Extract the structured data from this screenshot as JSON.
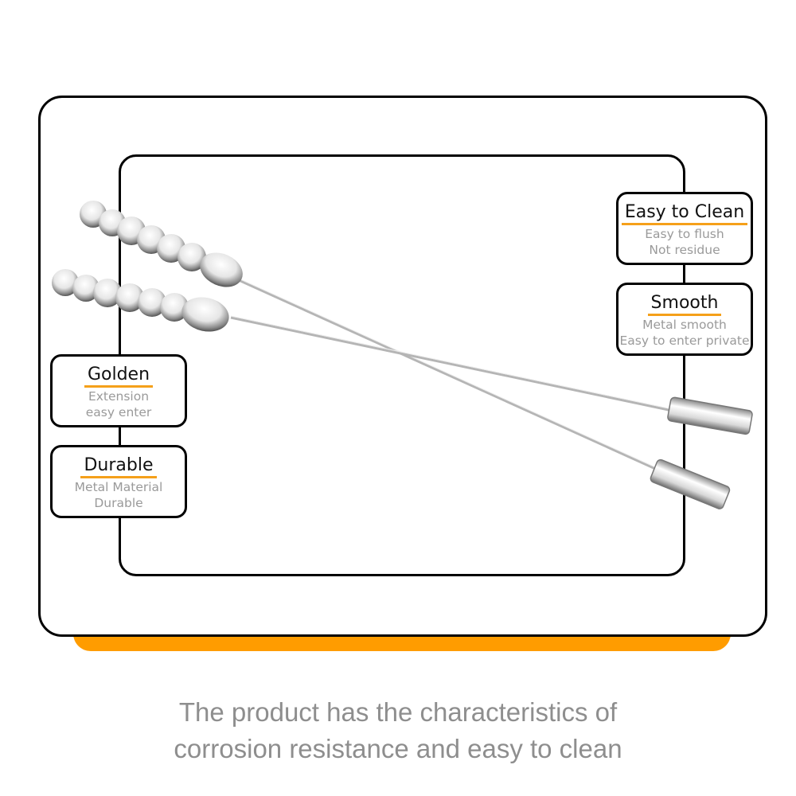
{
  "features": [
    {
      "title": "Easy to Clean",
      "lines": [
        "Easy to flush",
        "Not residue"
      ]
    },
    {
      "title": "Smooth",
      "lines": [
        "Metal smooth",
        "Easy to enter private"
      ]
    },
    {
      "title": "Golden",
      "lines": [
        "Extension",
        "easy enter"
      ]
    },
    {
      "title": "Durable",
      "lines": [
        "Metal Material",
        "Durable"
      ]
    }
  ],
  "caption": {
    "line1": "The product has the characteristics of",
    "line2": "corrosion resistance and easy to clean"
  },
  "colors": {
    "accent": "#ff9c00",
    "underline": "#f5a01a",
    "frame": "#000000",
    "caption_text": "#8e8e8e",
    "desc_text": "#9a9a9a"
  }
}
